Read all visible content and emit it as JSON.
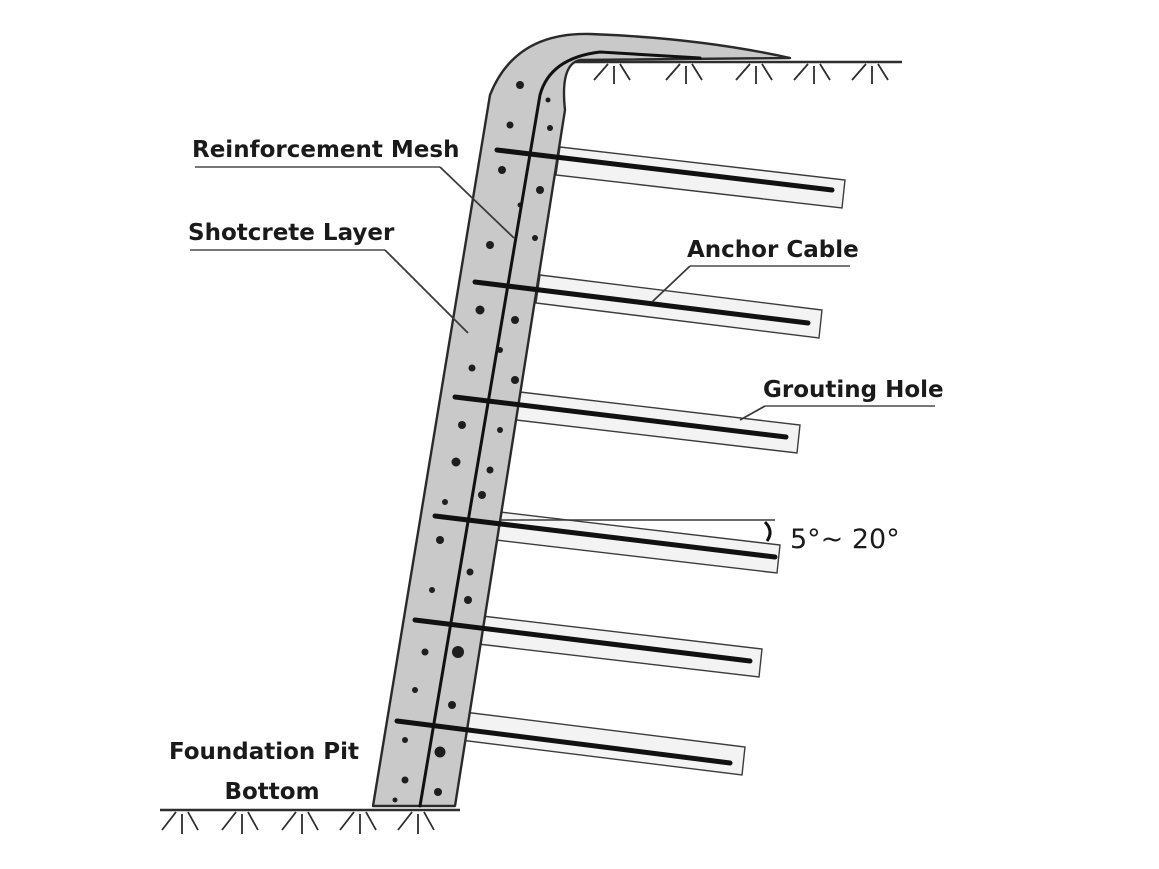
{
  "labels": {
    "reinforcement_mesh": "Reinforcement Mesh",
    "shotcrete_layer": "Shotcrete Layer",
    "anchor_cable": "Anchor Cable",
    "grouting_hole": "Grouting Hole",
    "angle_range": "5°~ 20°",
    "foundation_pit_line1": "Foundation Pit",
    "foundation_pit_line2": "Bottom"
  },
  "colors": {
    "shotcrete": "#c9c9c9",
    "hole_fill": "#f3f3f3",
    "line": "#111111"
  }
}
